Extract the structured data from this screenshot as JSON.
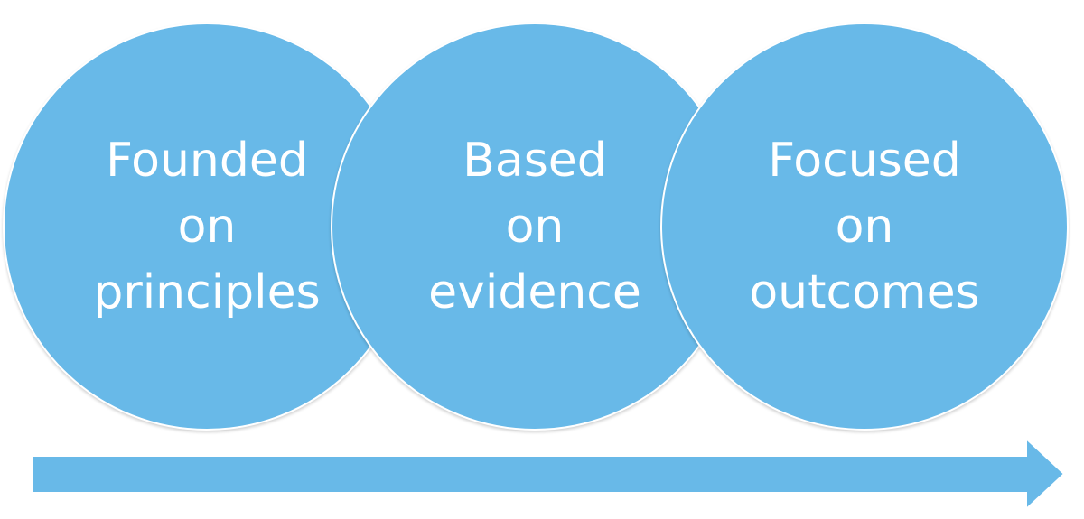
{
  "circles": [
    {
      "lines": [
        "Founded",
        "on",
        "principles"
      ]
    },
    {
      "lines": [
        "Based",
        "on",
        "evidence"
      ]
    },
    {
      "lines": [
        "Focused",
        "on",
        "outcomes"
      ]
    }
  ],
  "colors": {
    "fill": "#68b9e8",
    "text": "#ffffff",
    "outline": "#ffffff"
  }
}
